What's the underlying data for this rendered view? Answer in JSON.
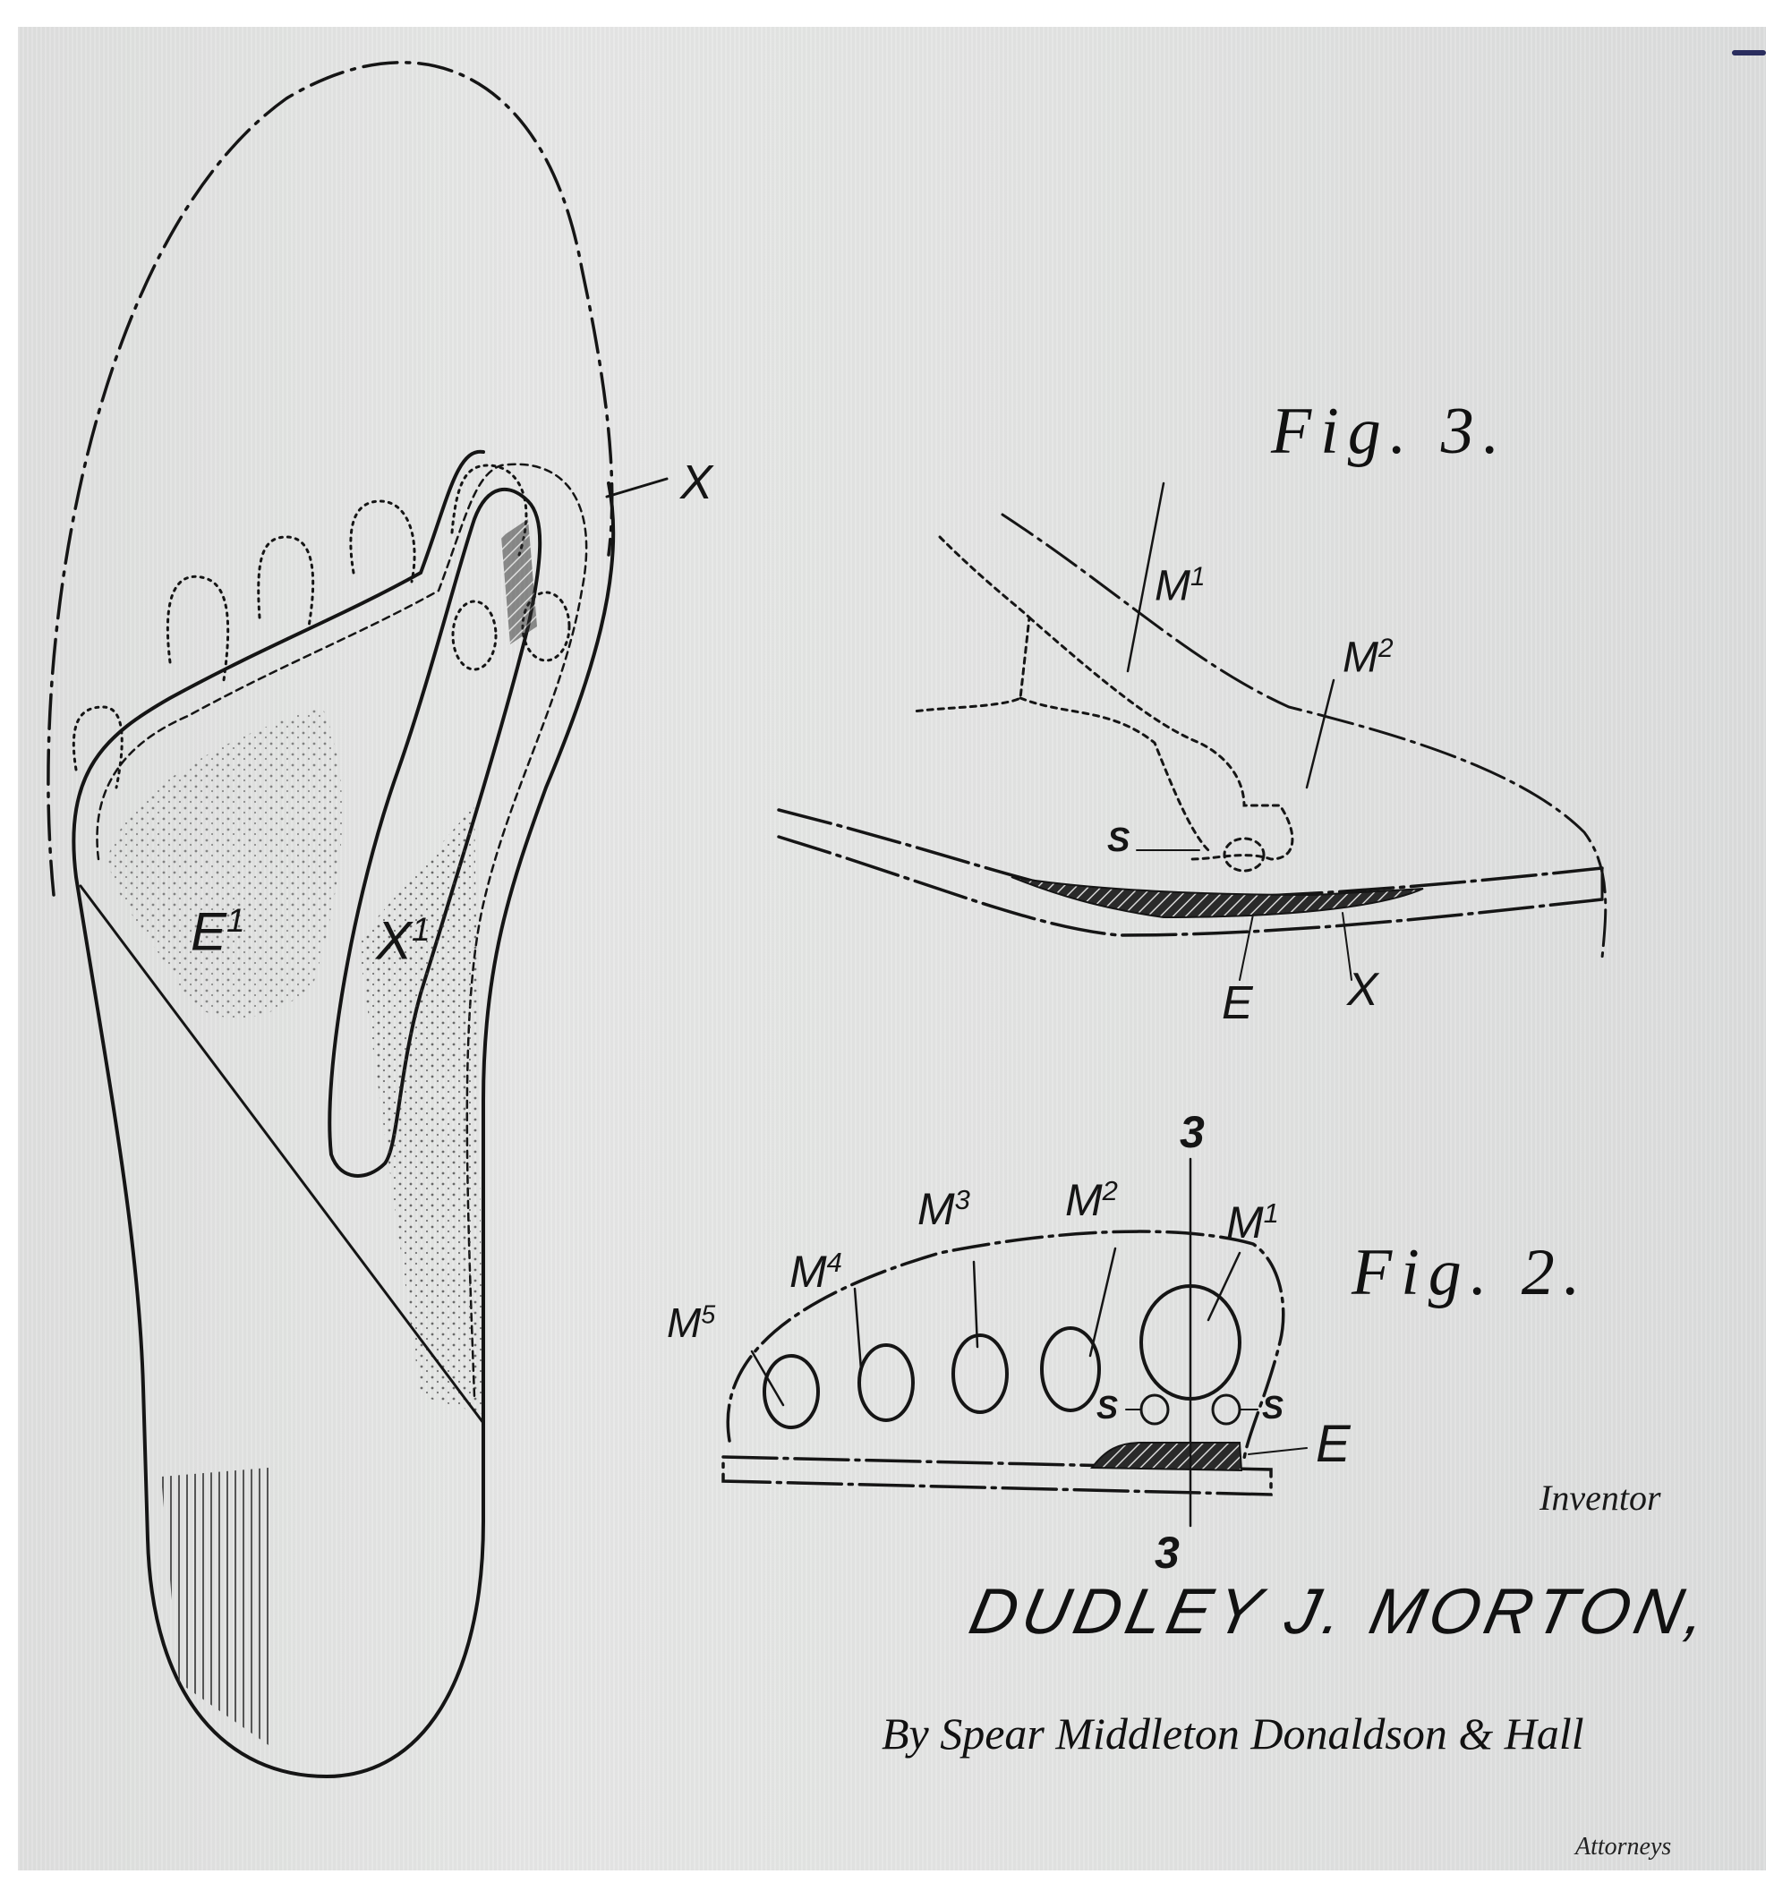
{
  "document": {
    "type": "patent drawing sheet",
    "ink_color": "#151515",
    "paper_color": "#e2e3e2"
  },
  "figures": [
    {
      "id": "fig1",
      "title": "",
      "view": "plan view of insole (bottom)",
      "labels": [
        {
          "id": "X",
          "text": "X"
        },
        {
          "id": "E1",
          "text": "E",
          "sup": "1"
        },
        {
          "id": "X1",
          "text": "X",
          "sup": "1"
        }
      ]
    },
    {
      "id": "fig3",
      "title": "Fig. 3.",
      "view": "side section of shoe forefoot",
      "labels": [
        {
          "id": "M1",
          "text": "M",
          "sup": "1"
        },
        {
          "id": "M2",
          "text": "M",
          "sup": "2"
        },
        {
          "id": "S",
          "text": "S"
        },
        {
          "id": "E",
          "text": "E"
        },
        {
          "id": "X",
          "text": "X"
        }
      ]
    },
    {
      "id": "fig2",
      "title": "Fig. 2.",
      "view": "transverse section through metatarsal heads",
      "section_marker": "3",
      "labels": [
        {
          "id": "M5",
          "text": "M",
          "sup": "5"
        },
        {
          "id": "M4",
          "text": "M",
          "sup": "4"
        },
        {
          "id": "M3",
          "text": "M",
          "sup": "3"
        },
        {
          "id": "M2",
          "text": "M",
          "sup": "2"
        },
        {
          "id": "M1",
          "text": "M",
          "sup": "1"
        },
        {
          "id": "S_left",
          "text": "S"
        },
        {
          "id": "S_right",
          "text": "S"
        },
        {
          "id": "E",
          "text": "E"
        },
        {
          "id": "sec_top",
          "text": "3"
        },
        {
          "id": "sec_bottom",
          "text": "3"
        }
      ]
    }
  ],
  "signature": {
    "inventor_caption": "Inventor",
    "inventor_name": "DUDLEY J. MORTON,",
    "attorney_firm": "By Spear Middleton Donaldson & Hall",
    "attorney_caption": "Attorneys"
  }
}
